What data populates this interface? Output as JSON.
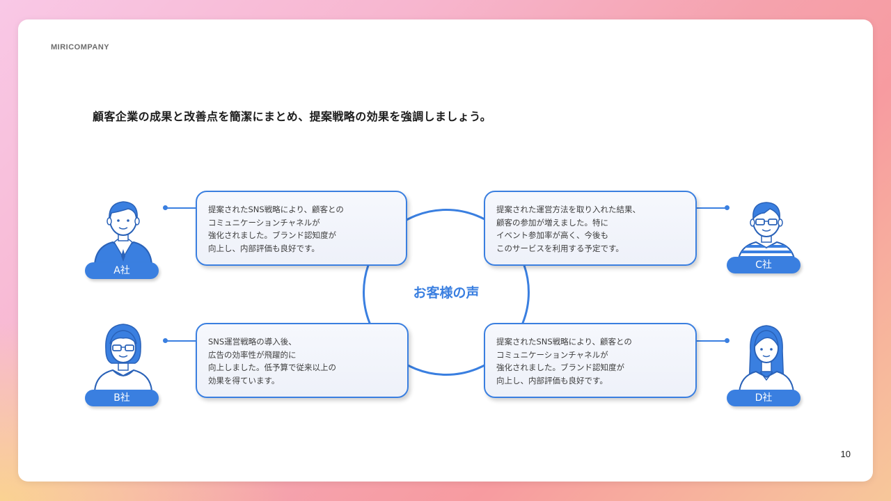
{
  "company": "MIRICOMPANY",
  "heading": "顧客企業の成果と改善点を簡潔にまとめ、提案戦略の効果を強調しましょう。",
  "center_label": "お客様の声",
  "page_number": "10",
  "accent_color": "#3a7fe0",
  "testimonials": [
    {
      "company": "A社",
      "avatar_icon": "businessman-icon",
      "lines": [
        "提案されたSNS戦略により、顧客との",
        "コミュニケーションチャネルが",
        "強化されました。ブランド認知度が",
        "向上し、内部評価も良好です。"
      ]
    },
    {
      "company": "B社",
      "avatar_icon": "woman-glasses-icon",
      "lines": [
        "SNS運営戦略の導入後、",
        "広告の効率性が飛躍的に",
        "向上しました。低予算で従来以上の",
        "効果を得ています。"
      ]
    },
    {
      "company": "C社",
      "avatar_icon": "man-glasses-icon",
      "lines": [
        "提案された運営方法を取り入れた結果、",
        "顧客の参加が増えました。特に",
        "イベント参加率が高く、今後も",
        "このサービスを利用する予定です。"
      ]
    },
    {
      "company": "D社",
      "avatar_icon": "woman-long-hair-icon",
      "lines": [
        "提案されたSNS戦略により、顧客との",
        "コミュニケーションチャネルが",
        "強化されました。ブランド認知度が",
        "向上し、内部評価も良好です。"
      ]
    }
  ]
}
